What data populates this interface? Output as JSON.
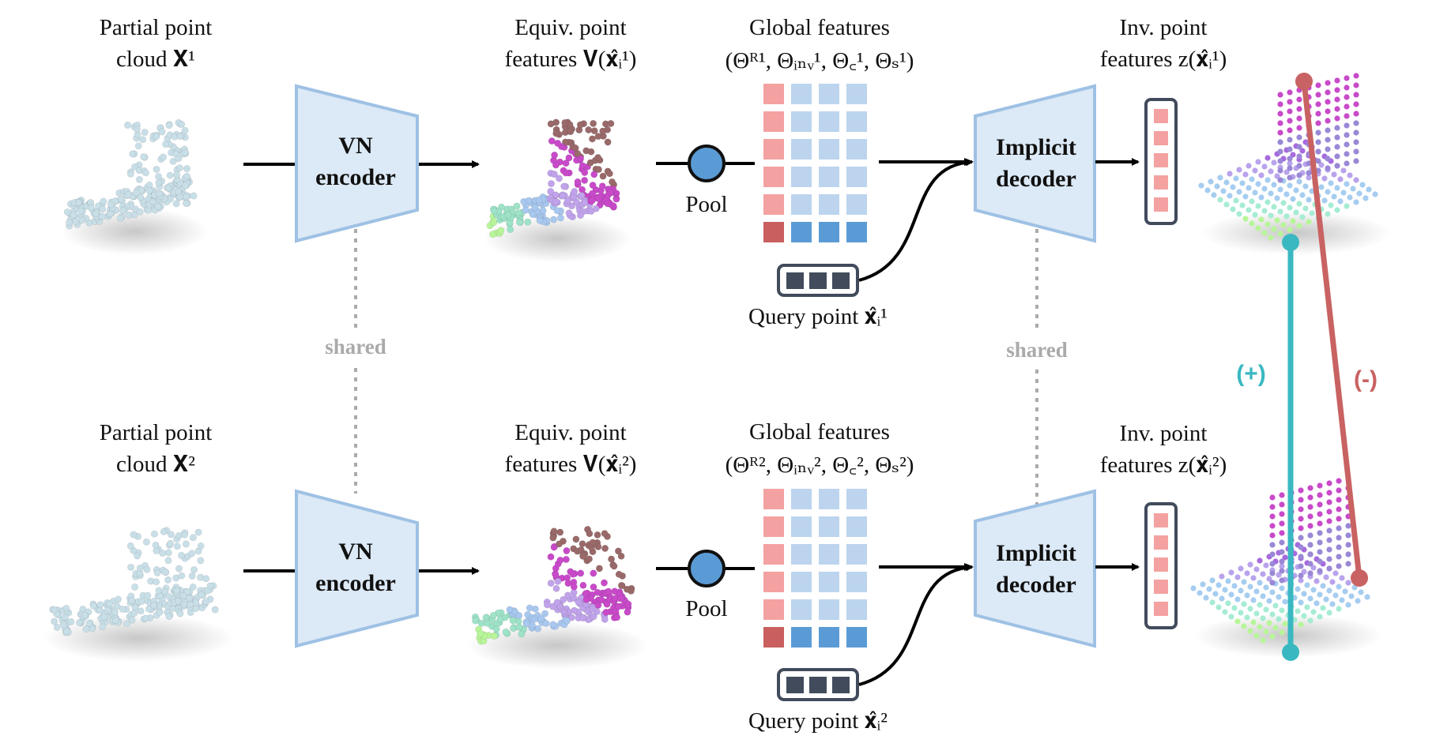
{
  "colors": {
    "block_fill": "#dce9f6",
    "block_stroke": "#9ec1e4",
    "pool_fill": "#5b9bd5",
    "feature_pink": "#f4a1a1",
    "feature_red": "#c95f5f",
    "feature_light_blue": "#bcd4ee",
    "feature_blue": "#5b9bd5",
    "vector_frame": "#414b5c",
    "positive_line": "#3ab8c1",
    "negative_line": "#c96262",
    "shared_text": "#aaaaaa"
  },
  "rows": [
    {
      "input_label_1": "Partial point",
      "input_label_2": "cloud 𝐗¹",
      "encoder_1": "VN",
      "encoder_2": "encoder",
      "equiv_label_1": "Equiv. point",
      "equiv_label_2": "features 𝐕(𝐱̂ᵢ¹)",
      "pool": "Pool",
      "global_label_1": "Global features",
      "global_label_2": "(Θᴿ¹, Θᵢₙᵥ¹, Θ꜀¹, Θₛ¹)",
      "query": "Query point 𝐱̂ᵢ¹",
      "decoder_1": "Implicit",
      "decoder_2": "decoder",
      "inv_label_1": "Inv. point",
      "inv_label_2": "features z(𝐱̂ᵢ¹)"
    },
    {
      "input_label_1": "Partial point",
      "input_label_2": "cloud 𝐗²",
      "encoder_1": "VN",
      "encoder_2": "encoder",
      "equiv_label_1": "Equiv. point",
      "equiv_label_2": "features 𝐕(𝐱̂ᵢ²)",
      "pool": "Pool",
      "global_label_1": "Global features",
      "global_label_2": "(Θᴿ², Θᵢₙᵥ², Θ꜀², Θₛ²)",
      "query": "Query point 𝐱̂ᵢ²",
      "decoder_1": "Implicit",
      "decoder_2": "decoder",
      "inv_label_1": "Inv. point",
      "inv_label_2": "features z(𝐱̂ᵢ²)"
    }
  ],
  "shared_label": "shared",
  "positive_label": "(+)",
  "negative_label": "(-)"
}
